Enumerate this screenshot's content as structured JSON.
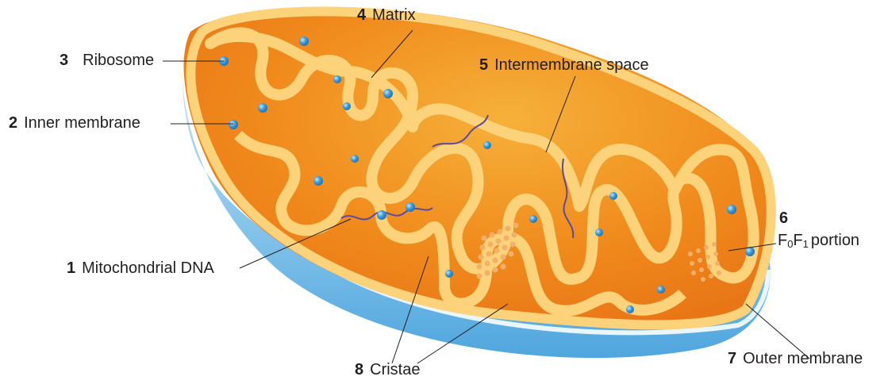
{
  "labels": {
    "mitochondrial_dna": {
      "number": "1",
      "text": "Mitochondrial DNA"
    },
    "inner_membrane": {
      "number": "2",
      "text": "Inner membrane"
    },
    "ribosome": {
      "number": "3",
      "text": "Ribosome"
    },
    "matrix": {
      "number": "4",
      "text": "Matrix"
    },
    "intermembrane_space": {
      "number": "5",
      "text": "Intermembrane space"
    },
    "f0f1_portion": {
      "number": "6",
      "F": "F",
      "sub0": "0",
      "sub1": "1",
      "text": "portion"
    },
    "outer_membrane": {
      "number": "7",
      "text": "Outer membrane"
    },
    "cristae": {
      "number": "8",
      "text": "Cristae"
    }
  },
  "colors": {
    "outer_shell": "#8dc8ec",
    "matrix_orange": "#f39c1f",
    "membrane_band": "#fcd27a",
    "ribosome_blue": "#3a9ad9",
    "dna_purple": "#5a4aa0",
    "leader_line": "#231f20"
  }
}
